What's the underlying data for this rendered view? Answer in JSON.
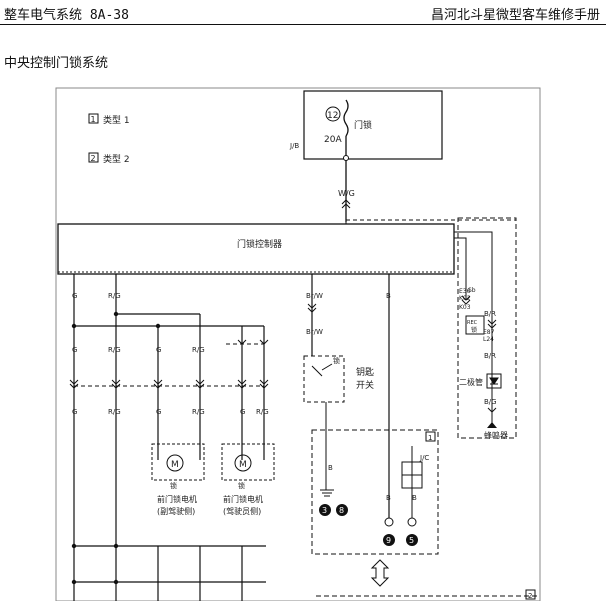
{
  "header": {
    "left": "整车电气系统 8A-38",
    "right": "昌河北斗星微型客车维修手册"
  },
  "subtitle": "中央控制门锁系统",
  "legend": {
    "type1_num": "1",
    "type1_label": "类型 1",
    "type2_num": "2",
    "type2_label": "类型 2"
  },
  "fuse": {
    "number": "12",
    "rating": "20A",
    "label": "门锁",
    "box": "J/B"
  },
  "wires": {
    "wg": "W/G",
    "g": "G",
    "rg": "R/G",
    "brw": "Br/W",
    "b": "B",
    "br": "B/R",
    "bg": "B/G"
  },
  "controller": {
    "label": "门锁控制器"
  },
  "connectors": {
    "e36": "E36",
    "k02": "K02",
    "k03": "K03",
    "e87": "E87",
    "l24": "L24",
    "sb": "Sb"
  },
  "relay_box": {
    "label": "REC",
    "sub": "锁"
  },
  "diode": {
    "label": "二极管"
  },
  "buzzer": {
    "label": "蜂鸣器"
  },
  "key_switch": {
    "label_line1": "钥匙",
    "label_line2": "开关",
    "contact": "锁"
  },
  "motors": [
    {
      "symbol": "M",
      "lock": "锁",
      "name": "前门锁电机",
      "side": "(副驾驶侧)"
    },
    {
      "symbol": "M",
      "lock": "锁",
      "name": "前门锁电机",
      "side": "(驾驶员侧)"
    }
  ],
  "jc": {
    "label": "J/C"
  },
  "type_box_marker": "1",
  "bottom_box_marker": "2",
  "grounds": [
    "3",
    "8",
    "9",
    "5"
  ]
}
